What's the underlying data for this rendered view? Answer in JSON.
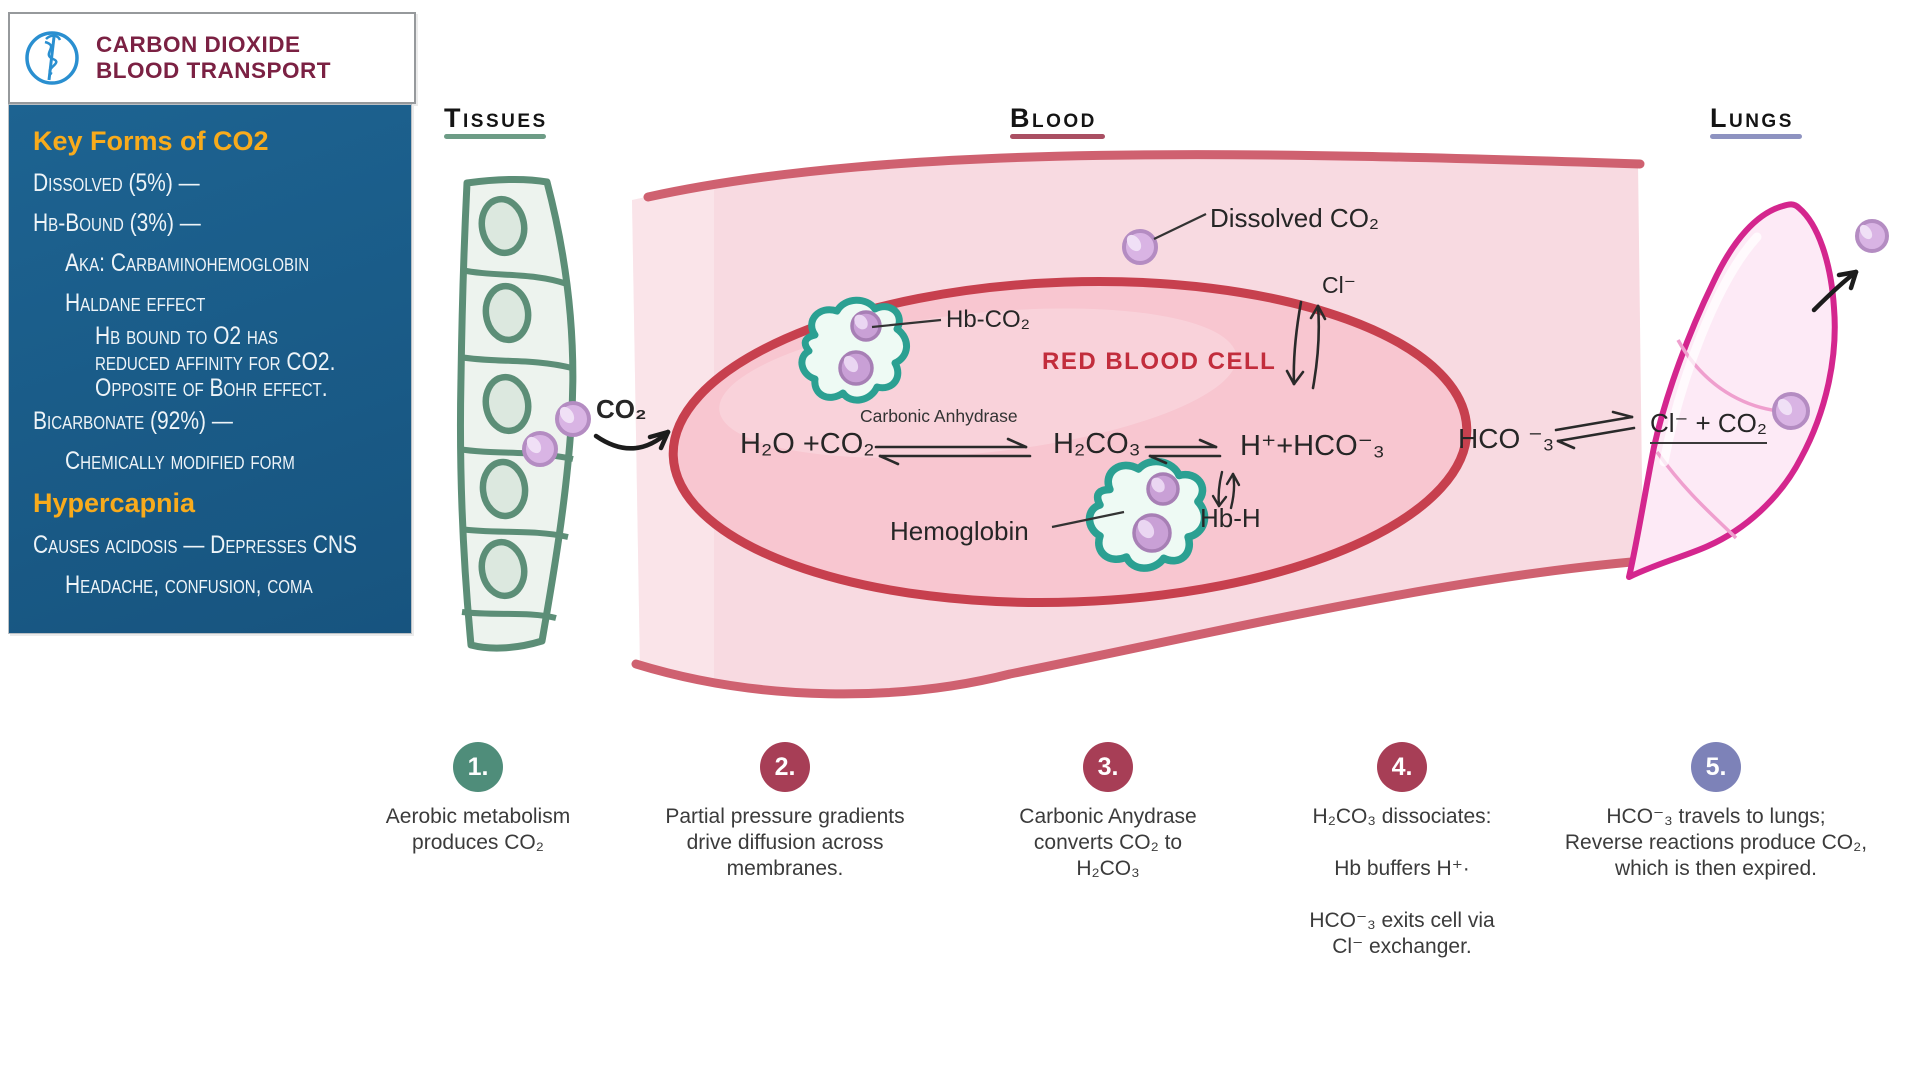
{
  "poster": {
    "title_line1": "CARBON DIOXIDE",
    "title_line2": "BLOOD TRANSPORT"
  },
  "sidebar": {
    "lines": [
      {
        "text": "Key Forms of CO2",
        "kind": "heading"
      },
      {
        "text": "Dissolved (5%)  —"
      },
      {
        "text": "Hb-Bound (3%)  —"
      },
      {
        "text": "Aka: Carbaminohemoglobin"
      },
      {
        "text": "Haldane effect"
      },
      {
        "text": "Hb bound to O2 has"
      },
      {
        "text": "reduced affinity for CO2."
      },
      {
        "text": "Opposite of Bohr effect."
      },
      {
        "text": "Bicarbonate (92%)  —"
      },
      {
        "text": "Chemically modified form"
      },
      {
        "text": "Hypercapnia",
        "kind": "heading"
      },
      {
        "text": "Causes acidosis — Depresses CNS"
      },
      {
        "text": "Headache, confusion, coma"
      }
    ]
  },
  "sections": {
    "tissues": "Tissues",
    "blood": "Blood",
    "lungs": "Lungs"
  },
  "diagram": {
    "co2_entry": "CO₂",
    "dissolved_co2": "Dissolved CO₂",
    "chloride": "Cl⁻",
    "hb_co2": "Hb-CO₂",
    "red_blood_cell": "RED BLOOD CELL",
    "carbonic_anhydrase": "Carbonic Anhydrase",
    "eq_left": "H₂O +CO₂",
    "eq_mid": "H₂CO₃",
    "eq_right": "H⁺+HCO⁻₃",
    "hemoglobin": "Hemoglobin",
    "hb_h": "Hb-H",
    "hco3": "HCO ⁻₃",
    "cl_plus_co2": "Cl⁻ +  CO₂"
  },
  "steps": [
    {
      "number": "1.",
      "color": "#4f8d7a",
      "text": "Aerobic metabolism\nproduces CO₂"
    },
    {
      "number": "2.",
      "color": "#a73e56",
      "text": "Partial pressure gradients\ndrive diffusion across\nmembranes."
    },
    {
      "number": "3.",
      "color": "#a73e56",
      "text": "Carbonic Anydrase\nconverts  CO₂ to\nH₂CO₃"
    },
    {
      "number": "4.",
      "color": "#a73e56",
      "text": "H₂CO₃ dissociates:\n\nHb buffers H⁺·\n\nHCO⁻₃ exits cell via\nCl⁻ exchanger."
    },
    {
      "number": "5.",
      "color": "#7d82b8",
      "text": "HCO⁻₃ travels to lungs;\nReverse reactions produce CO₂,\nwhich is  then expired."
    }
  ],
  "colors": {
    "panel_blue": "#1a5b87",
    "accent_yellow": "#f8ab1c",
    "title_maroon": "#7b2143",
    "tissue_green": "#5c8e77",
    "vessel_pink_border": "#cf6170",
    "rbc_fill": "#f8c6d0",
    "rbc_border": "#c7404e",
    "rbc_label_red": "#c22d3c",
    "hemoglobin_teal": "#2ba092",
    "bubble_purple": "#b48cc2",
    "lung_magenta": "#d4268e",
    "step_green": "#4f8d7a",
    "step_maroon": "#a73e56",
    "step_periwinkle": "#7d82b8"
  }
}
